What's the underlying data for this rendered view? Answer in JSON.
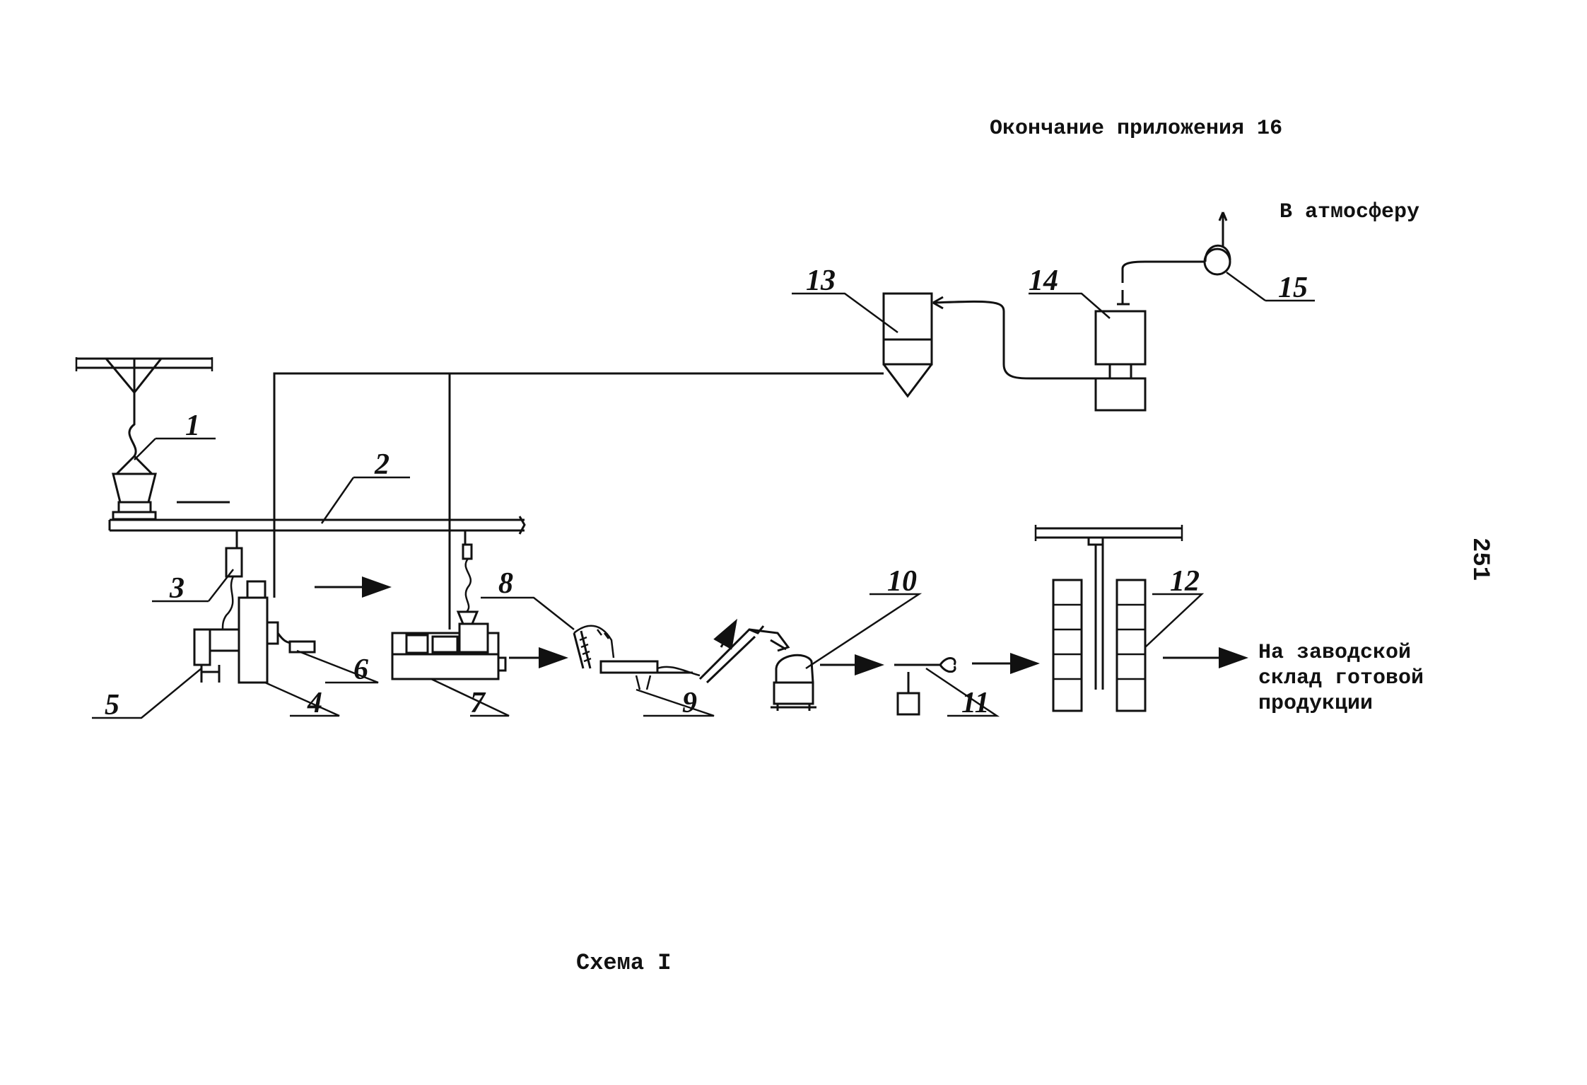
{
  "header": {
    "title": "Окончание приложения 16",
    "page_number": "251",
    "caption": "Схема I"
  },
  "labels": {
    "vent_out": "В атмосферу",
    "destination_lines": [
      "На заводской",
      "склад готовой",
      "продукции"
    ]
  },
  "callouts": [
    "1",
    "2",
    "3",
    "4",
    "5",
    "6",
    "7",
    "8",
    "9",
    "10",
    "11",
    "12",
    "13",
    "14",
    "15"
  ]
}
